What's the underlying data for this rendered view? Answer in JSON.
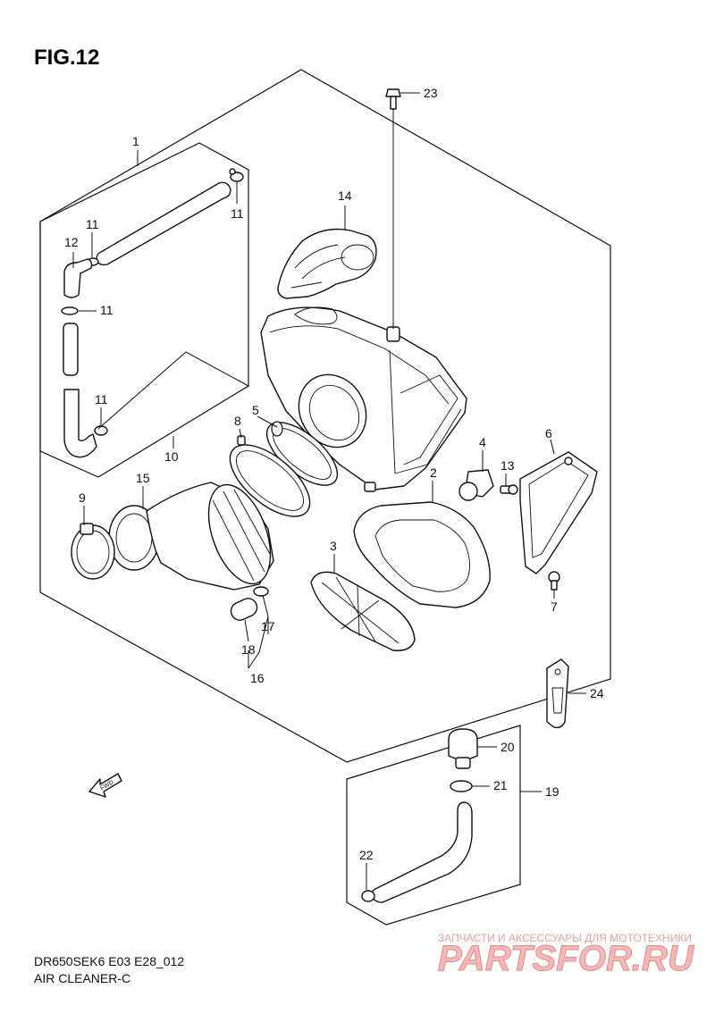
{
  "figure_title": "FIG.12",
  "footer": {
    "model_code": "DR650SEK6 E03 E28_012",
    "section_name": "AIR CLEANER-C"
  },
  "watermark": {
    "tagline": "ЗАПЧАСТИ И АКСЕССУАРЫ ДЛЯ МОТОТЕХНИКИ",
    "brand": "PARTSFOR.RU"
  },
  "fwd_arrow_label": "FWD",
  "callouts": {
    "c1": "1",
    "c2": "2",
    "c3": "3",
    "c4": "4",
    "c5": "5",
    "c6": "6",
    "c7": "7",
    "c8": "8",
    "c9": "9",
    "c10": "10",
    "c11a": "11",
    "c11b": "11",
    "c11c": "11",
    "c11d": "11",
    "c12": "12",
    "c13": "13",
    "c14": "14",
    "c15": "15",
    "c16": "16",
    "c17": "17",
    "c18": "18",
    "c19": "19",
    "c20": "20",
    "c21": "21",
    "c22": "22",
    "c23": "23",
    "c24": "24"
  }
}
